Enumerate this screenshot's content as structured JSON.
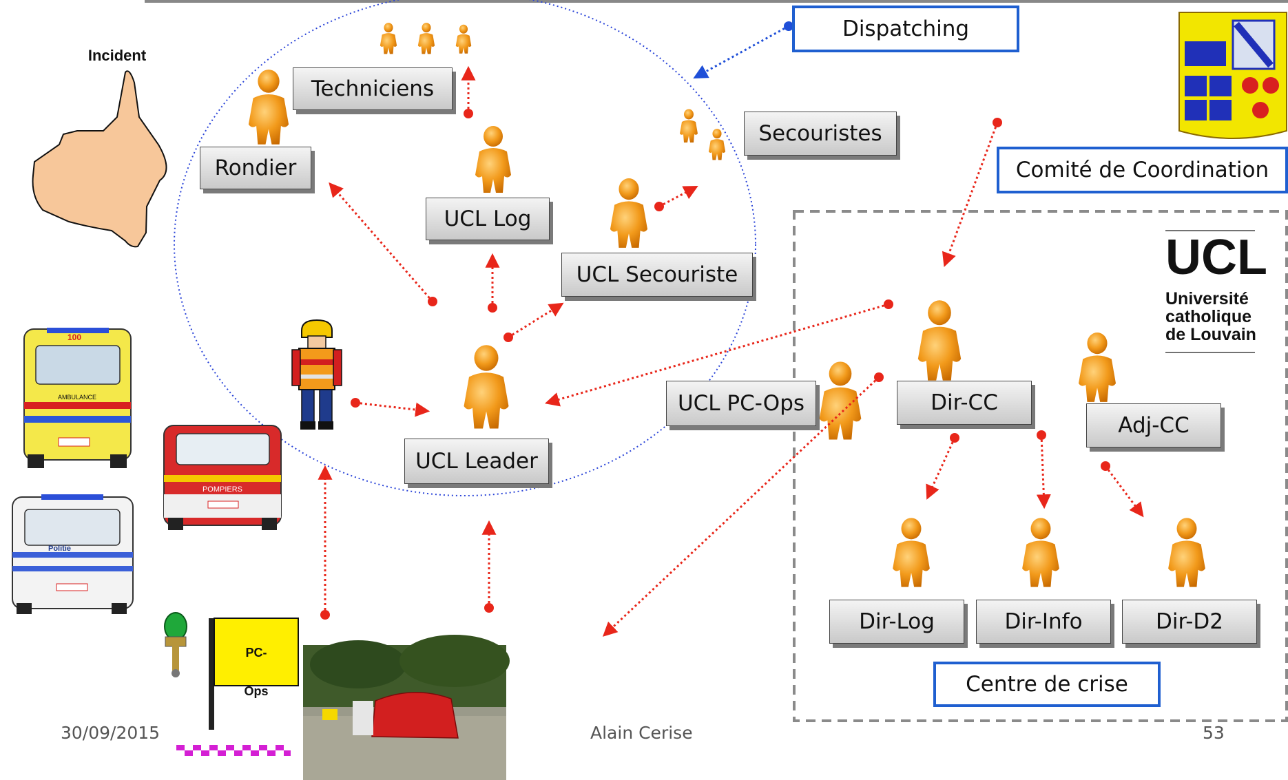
{
  "incident_label": "Incident",
  "dispatching": "Dispatching",
  "techniciens": "Techniciens",
  "secouristes": "Secouristes",
  "rondier": "Rondier",
  "ucl_log": "UCL Log",
  "ucl_secouriste": "UCL Secouriste",
  "ucl_leader": "UCL Leader",
  "ucl_pc_ops": "UCL PC-Ops",
  "comite": "Comité de Coordination",
  "dir_cc": "Dir-CC",
  "adj_cc": "Adj-CC",
  "dir_log": "Dir-Log",
  "dir_info": "Dir-Info",
  "dir_d2": "Dir-D2",
  "centre_crise": "Centre de crise",
  "ucl_logo": {
    "abbr": "UCL",
    "line1": "Université",
    "line2": "catholique",
    "line3": "de Louvain"
  },
  "pc_ops_flag": {
    "line1": "PC-",
    "line2": "Ops"
  },
  "ambulance_text": "AMBULANCE",
  "ambulance_number": "100",
  "pompiers_text": "POMPIERS",
  "politie_text": "Politie",
  "footer": {
    "date": "30/09/2015",
    "author": "Alain Cerise",
    "page": "53"
  },
  "colors": {
    "arrow": "#e8261a",
    "blue_arrow": "#1f4fd8",
    "person": "#f29a1b",
    "box_border": "#1f5fd0"
  }
}
